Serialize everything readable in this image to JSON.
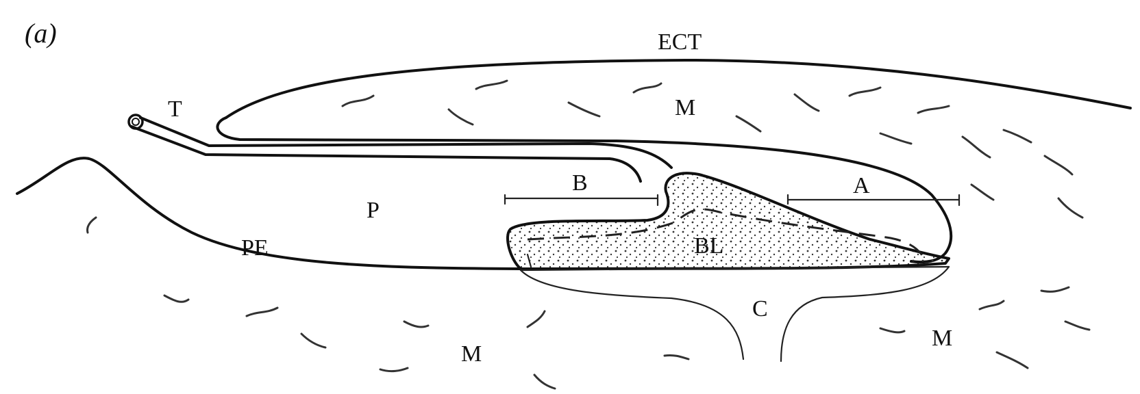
{
  "panel_label": "(a)",
  "labels": {
    "ect": "ECT",
    "m_top": "M",
    "t": "T",
    "b": "B",
    "a": "A",
    "p": "P",
    "pe": "PE",
    "bl": "BL",
    "c": "C",
    "m_bottom_left": "M",
    "m_bottom_right": "M"
  },
  "colors": {
    "ink": "#111111",
    "stipple": "#333333",
    "background": "#ffffff"
  }
}
